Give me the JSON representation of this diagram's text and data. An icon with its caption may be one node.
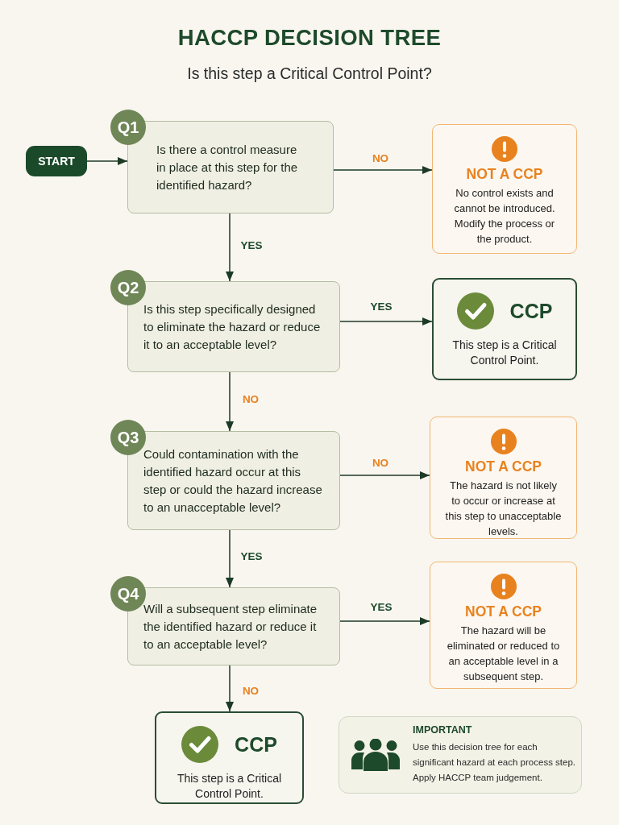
{
  "diagram": {
    "title": "HACCP DECISION TREE",
    "nodes": [
      {
        "text": [
          "START"
        ]
      },
      {
        "text": [
          "Q1",
          "Is there a control measure in place at this step for the identified hazard?"
        ]
      },
      {
        "text": [
          "NOT A CCP",
          "No control exists and cannot be introduced. Modify the process or the product."
        ]
      },
      {
        "text": [
          "Q2",
          "Is this step specifically designed to eliminate the hazard or reduce it to an acceptable level?"
        ]
      },
      {
        "text": [
          "CCP",
          "This step is a Critical Control Point."
        ]
      },
      {
        "text": [
          "Q3",
          "Could contamination with the identified hazard occur at this step or could the hazard increase to an unacceptable level?"
        ]
      },
      {
        "text": [
          "NOT A CCP",
          "The hazard is not likely to occur or increase at this step to unacceptable levels."
        ]
      },
      {
        "text": [
          "Q4",
          "Will a subsequent step eliminate the identified hazard or reduce it to an acceptable level?"
        ]
      },
      {
        "text": [
          "NOT A CCP",
          "The hazard will be eliminated or reduced to an acceptable level in a subsequent step."
        ]
      },
      {
        "text": [
          "CCP",
          "This step is a Critical Control Point."
        ]
      },
      {
        "text": [
          "IMPORTANT",
          "Use this decision tree for each significant hazard at each process step. Apply HACCP team judgement."
        ]
      }
    ],
    "edges": [
      {
        "from": 0,
        "to": 1,
        "arrow": "to"
      },
      {
        "from": 1,
        "to": 2,
        "label": "NO",
        "arrow": "to"
      },
      {
        "from": 1,
        "to": 3,
        "label": "YES",
        "arrow": "to"
      },
      {
        "from": 3,
        "to": 4,
        "label": "YES",
        "arrow": "to"
      },
      {
        "from": 3,
        "to": 5,
        "label": "NO",
        "arrow": "to"
      },
      {
        "from": 5,
        "to": 6,
        "label": "NO",
        "arrow": "to"
      },
      {
        "from": 5,
        "to": 7,
        "label": "YES",
        "arrow": "to"
      },
      {
        "from": 7,
        "to": 8,
        "label": "YES",
        "arrow": "to"
      },
      {
        "from": 7,
        "to": 9,
        "label": "NO",
        "arrow": "to"
      }
    ],
    "labels": [
      "Is this step a Critical Control Point?"
    ]
  }
}
